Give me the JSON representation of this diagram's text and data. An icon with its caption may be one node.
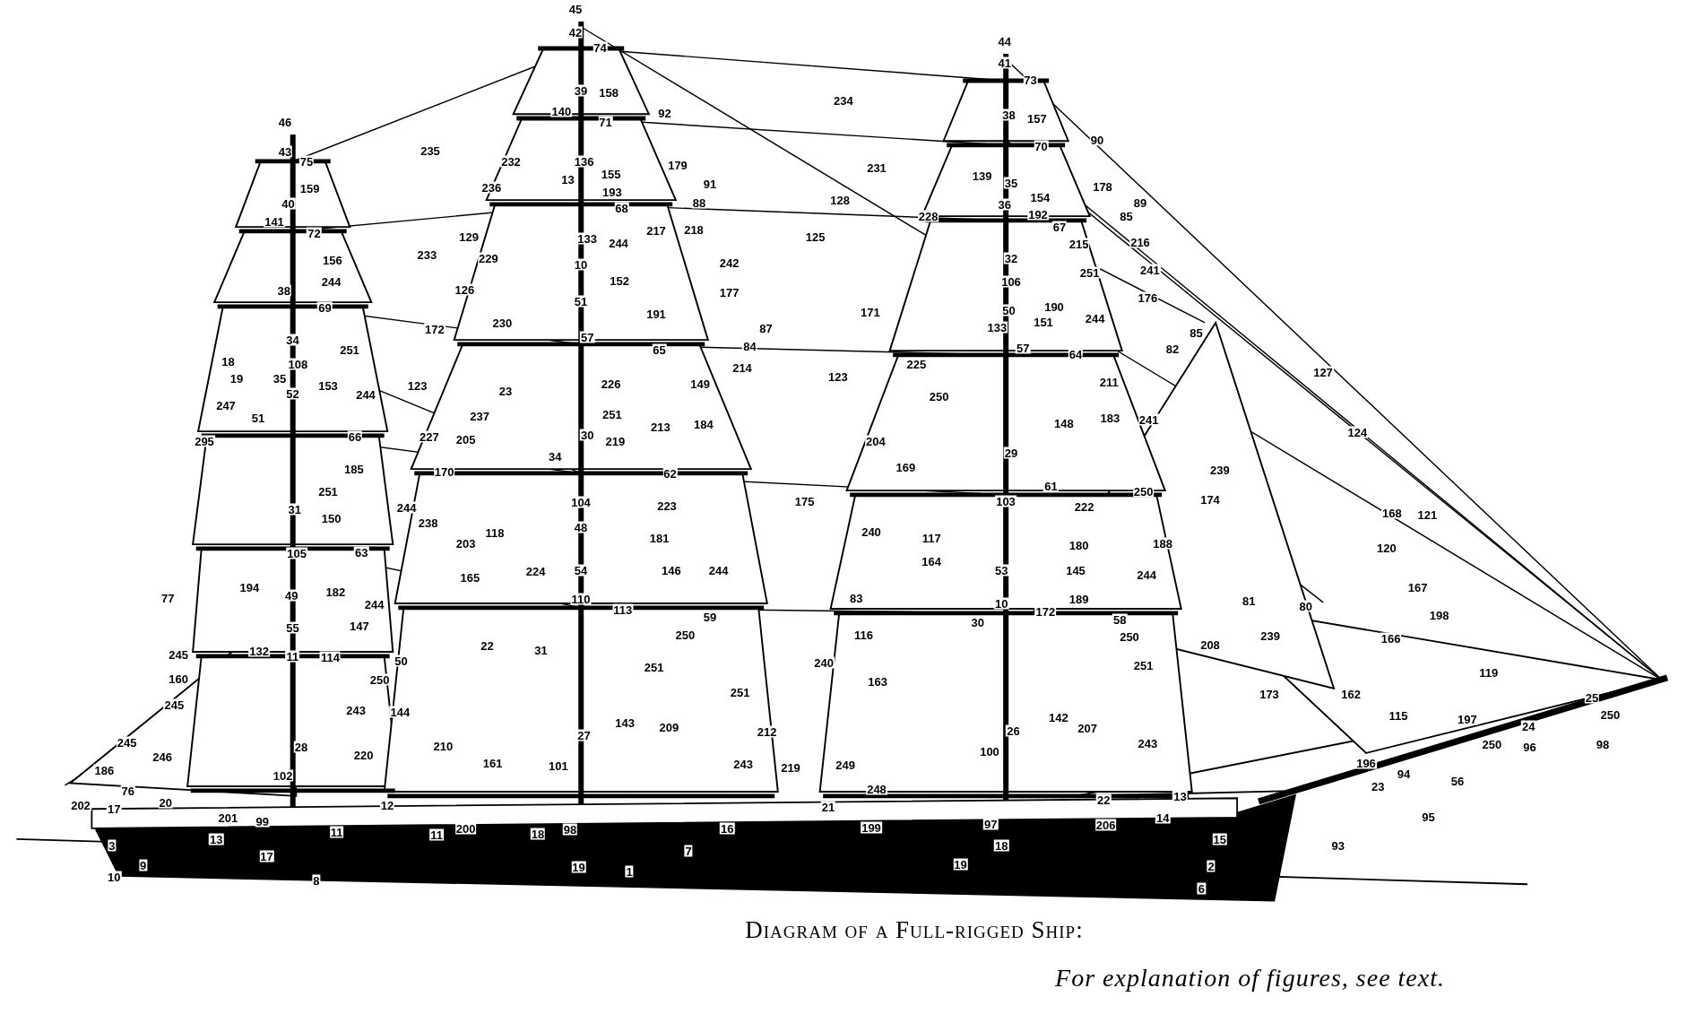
{
  "diagram": {
    "title": "Diagram of a Full-rigged Ship:",
    "caption": "For explanation of figures, see text.",
    "labels": [
      "45",
      "42",
      "74",
      "44",
      "41",
      "73",
      "46",
      "43",
      "75",
      "39",
      "158",
      "140",
      "71",
      "92",
      "234",
      "38",
      "157",
      "70",
      "90",
      "235",
      "232",
      "136",
      "13",
      "155",
      "179",
      "231",
      "139",
      "35",
      "159",
      "236",
      "193",
      "68",
      "91",
      "88",
      "128",
      "154",
      "36",
      "192",
      "67",
      "178",
      "89",
      "85",
      "40",
      "141",
      "72",
      "133",
      "244",
      "217",
      "218",
      "228",
      "125",
      "215",
      "216",
      "129",
      "229",
      "233",
      "156",
      "10",
      "152",
      "242",
      "32",
      "106",
      "251",
      "241",
      "244",
      "126",
      "51",
      "177",
      "171",
      "50",
      "190",
      "176",
      "38",
      "69",
      "191",
      "244",
      "172",
      "230",
      "57",
      "84",
      "87",
      "133",
      "57",
      "151",
      "85",
      "82",
      "34",
      "251",
      "108",
      "65",
      "64",
      "18",
      "19",
      "35",
      "153",
      "123",
      "23",
      "226",
      "149",
      "214",
      "123",
      "225",
      "211",
      "127",
      "52",
      "244",
      "250",
      "247",
      "51",
      "237",
      "251",
      "148",
      "183",
      "241",
      "213",
      "184",
      "124",
      "295",
      "66",
      "227",
      "205",
      "30",
      "219",
      "204",
      "34",
      "239",
      "29",
      "185",
      "170",
      "169",
      "62",
      "61",
      "222",
      "250",
      "174",
      "31",
      "251",
      "244",
      "104",
      "223",
      "175",
      "103",
      "150",
      "238",
      "48",
      "181",
      "188",
      "168",
      "121",
      "118",
      "203",
      "146",
      "244",
      "240",
      "117",
      "180",
      "120",
      "105",
      "63",
      "54",
      "164",
      "53",
      "145",
      "165",
      "224",
      "244",
      "167",
      "198",
      "194",
      "49",
      "182",
      "110",
      "189",
      "10",
      "172",
      "81",
      "80",
      "77",
      "55",
      "244",
      "113",
      "59",
      "83",
      "116",
      "58",
      "250",
      "239",
      "208",
      "147",
      "132",
      "11",
      "250",
      "30",
      "166",
      "245",
      "114",
      "50",
      "22",
      "31",
      "251",
      "240",
      "163",
      "251",
      "173",
      "160",
      "250",
      "162",
      "119",
      "251",
      "245",
      "243",
      "144",
      "143",
      "209",
      "142",
      "207",
      "25",
      "115",
      "197",
      "24",
      "250",
      "212",
      "250",
      "96",
      "98",
      "26",
      "245",
      "246",
      "28",
      "220",
      "210",
      "27",
      "243",
      "100",
      "186",
      "249",
      "102",
      "161",
      "101",
      "243",
      "219",
      "196",
      "23",
      "94",
      "56",
      "76",
      "20",
      "12",
      "248",
      "22",
      "13",
      "202",
      "17",
      "201",
      "99",
      "21",
      "14",
      "11",
      "11",
      "200",
      "18",
      "98",
      "16",
      "199",
      "97",
      "206",
      "95",
      "3",
      "13",
      "17",
      "18",
      "15",
      "7",
      "93",
      "10",
      "9",
      "8",
      "19",
      "1",
      "19",
      "2",
      "6"
    ]
  }
}
